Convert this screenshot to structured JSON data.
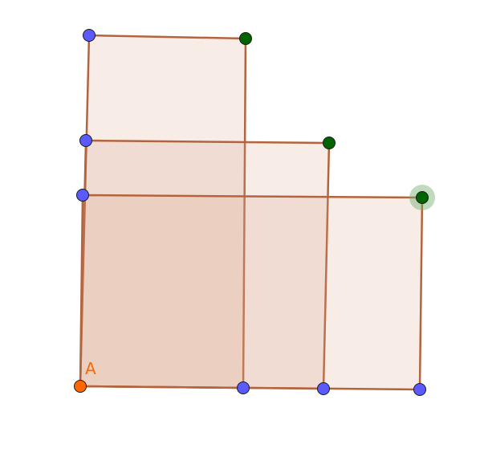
{
  "colors": {
    "fill": "#d9a284",
    "stroke": "#b3643f",
    "point_blue": "#5a5aff",
    "point_green": "#006400",
    "point_orange": "#ff6600",
    "selection_halo": "#6fb06f",
    "label": "#ff6600"
  },
  "labels": {
    "point_a": "A"
  },
  "diagram": {
    "rectangles": [
      {
        "name": "rectangle-tall"
      },
      {
        "name": "rectangle-medium"
      },
      {
        "name": "rectangle-short"
      }
    ],
    "points": [
      {
        "name": "point-a",
        "color": "orange"
      },
      {
        "name": "point-b1",
        "color": "blue"
      },
      {
        "name": "point-b2",
        "color": "blue"
      },
      {
        "name": "point-b3",
        "color": "blue"
      },
      {
        "name": "point-left-top",
        "color": "blue"
      },
      {
        "name": "point-left-mid",
        "color": "blue"
      },
      {
        "name": "point-left-low",
        "color": "blue"
      },
      {
        "name": "point-corner-tall",
        "color": "green"
      },
      {
        "name": "point-corner-medium",
        "color": "green"
      },
      {
        "name": "point-corner-short",
        "color": "green",
        "selected": true
      }
    ]
  }
}
